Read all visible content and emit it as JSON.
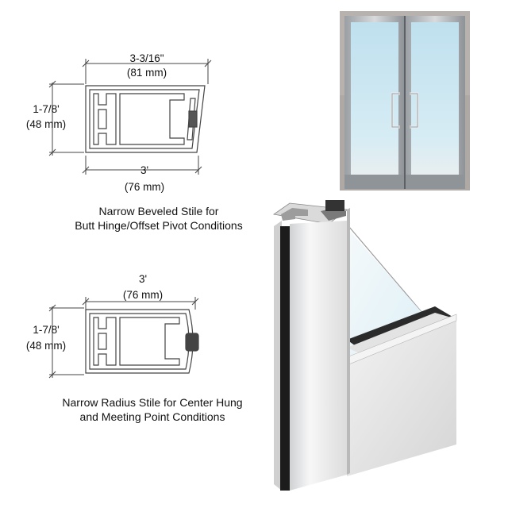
{
  "diagram_1": {
    "top_dim": "3-3/16\"",
    "top_dim_mm": "(81 mm)",
    "side_dim": "1-7/8'",
    "side_dim_mm": "(48 mm)",
    "bottom_dim": "3'",
    "bottom_dim_mm": "(76 mm)",
    "caption_line1": "Narrow Beveled Stile for",
    "caption_line2": "Butt Hinge/Offset Pivot Conditions"
  },
  "diagram_2": {
    "top_dim": "3'",
    "top_dim_mm": "(76 mm)",
    "side_dim": "1-7/8'",
    "side_dim_mm": "(48 mm)",
    "caption_line1": "Narrow Radius Stile for Center Hung",
    "caption_line2": "and Meeting Point Conditions"
  },
  "colors": {
    "line": "#444444",
    "glass": "#cfe6ef",
    "aluminum": "#e6e6e6",
    "gasket": "#1a1a1a"
  }
}
